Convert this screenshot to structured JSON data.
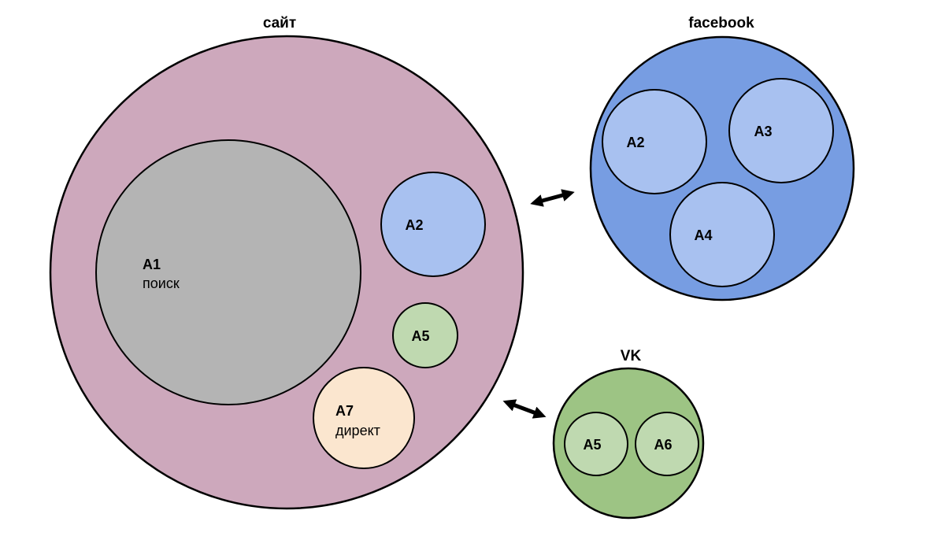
{
  "groups": {
    "site": {
      "title": "сайт",
      "color": "#cda8bc",
      "nodes": {
        "a1": {
          "label": "A1",
          "sublabel": "поиск",
          "color": "#b4b4b4"
        },
        "a2": {
          "label": "A2",
          "color": "#a8c1f0"
        },
        "a5": {
          "label": "A5",
          "color": "#bfd9b0"
        },
        "a7": {
          "label": "A7",
          "sublabel": "директ",
          "color": "#fbe6cf"
        }
      }
    },
    "facebook": {
      "title": "facebook",
      "color": "#779de2",
      "nodes": {
        "a2": {
          "label": "A2",
          "color": "#a8c1f0"
        },
        "a3": {
          "label": "A3",
          "color": "#a8c1f0"
        },
        "a4": {
          "label": "A4",
          "color": "#a8c1f0"
        }
      }
    },
    "vk": {
      "title": "VK",
      "color": "#9dc484",
      "nodes": {
        "a5": {
          "label": "A5",
          "color": "#bfd9b0"
        },
        "a6": {
          "label": "A6",
          "color": "#bfd9b0"
        }
      }
    }
  },
  "connectors": {
    "site_facebook": {
      "type": "double-arrow"
    },
    "site_vk": {
      "type": "double-arrow"
    }
  }
}
